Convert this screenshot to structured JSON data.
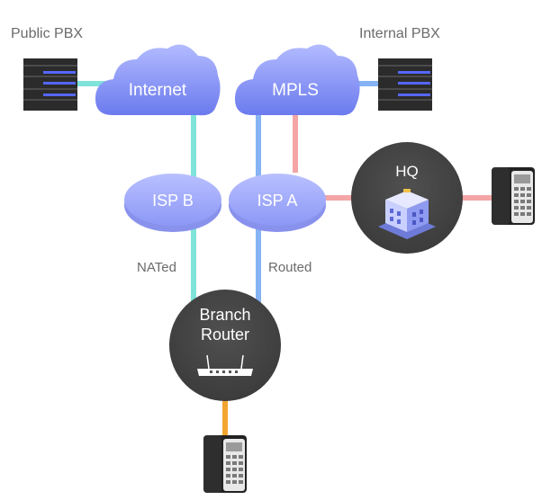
{
  "labels": {
    "public_pbx": "Public PBX",
    "internal_pbx": "Internal PBX",
    "internet": "Internet",
    "mpls": "MPLS",
    "isp_b": "ISP B",
    "isp_a": "ISP A",
    "hq": "HQ",
    "nated": "NATed",
    "routed": "Routed",
    "branch_line1": "Branch",
    "branch_line2": "Router"
  },
  "colors": {
    "cloud_light": "#a9b3ff",
    "cloud_dark": "#6f7ef0",
    "isp_fill": "#a5afff",
    "dark_circle": "#474747",
    "link_teal": "#7fe3da",
    "link_blue": "#86b3f4",
    "link_pink": "#f4a5a5",
    "link_orange": "#f3a531",
    "server_body": "#2b2b2b",
    "server_stripe": "#5567ff"
  },
  "icons": {
    "server": "server-rack-icon",
    "cloud": "cloud-icon",
    "building": "building-icon",
    "router": "router-icon",
    "phone": "desk-phone-icon"
  }
}
